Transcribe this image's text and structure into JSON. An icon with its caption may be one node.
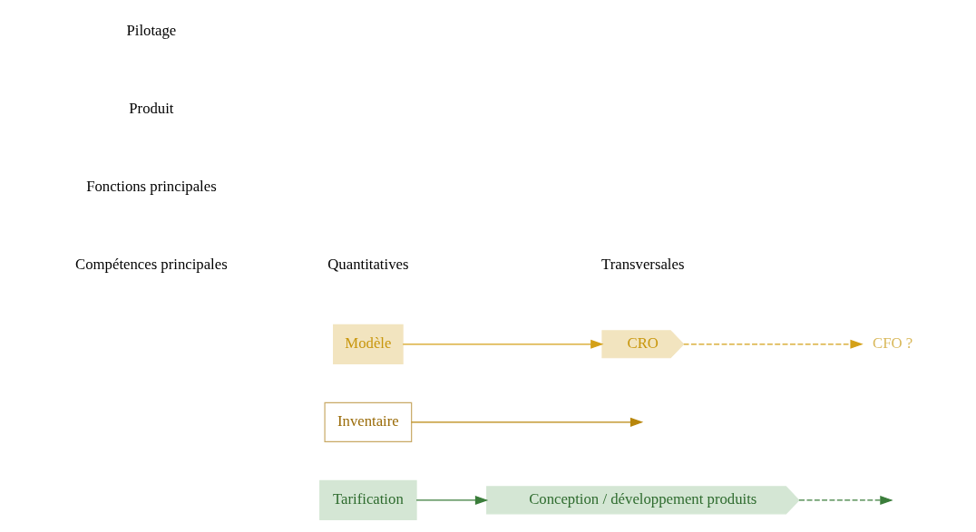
{
  "diagram": {
    "nodes": [
      {
        "text": [
          "Tarification"
        ]
      },
      {
        "text": [
          "Conception / développement produits"
        ]
      },
      {
        "text": [
          "Inventaire"
        ]
      },
      {
        "text": [
          "Modèle"
        ]
      },
      {
        "text": [
          "CRO"
        ]
      },
      {
        "text": [
          "CFO ?"
        ]
      }
    ],
    "edges": [
      {
        "from": 0,
        "to": 1,
        "arrow": "to",
        "color": "#3a7d3a"
      },
      {
        "from": 1,
        "to": null,
        "arrow": "to",
        "style": "dashed",
        "color": "#3a7d3a"
      },
      {
        "from": 2,
        "to": null,
        "arrow": "to",
        "color": "#b8860b"
      },
      {
        "from": 3,
        "to": 4,
        "arrow": "to",
        "color": "#d4a017"
      },
      {
        "from": 4,
        "to": 5,
        "arrow": "to",
        "style": "dashed",
        "color": "#d4a017"
      }
    ],
    "labels": [
      "Compétences principales",
      "Quantitatives",
      "Transversales",
      "Fonctions principales",
      "Produit",
      "Pilotage"
    ]
  }
}
